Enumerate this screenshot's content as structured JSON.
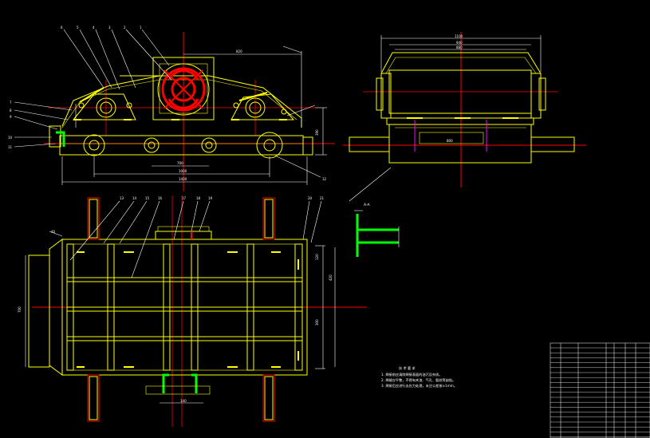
{
  "tech_notes": {
    "heading": "技 术 要 求",
    "items": [
      {
        "num": "1.",
        "text": "焊接前应清除焊接表面的油污及杂质。"
      },
      {
        "num": "2.",
        "text": "焊缝应平整，不得有夹渣、气孔、裂纹等缺陷。"
      },
      {
        "num": "3.",
        "text": "焊接后应进行去应力处理，未注公差按±1mm。"
      }
    ]
  },
  "view_labels": {
    "section_marker": "A-A"
  },
  "colors": {
    "background": "#000000",
    "outline": "#ffff00",
    "center_line": "#ff0000",
    "dimension": "#ffffff",
    "weld": "#00ff00",
    "mount": "#ff0000",
    "hidden": "#ff00ff"
  }
}
